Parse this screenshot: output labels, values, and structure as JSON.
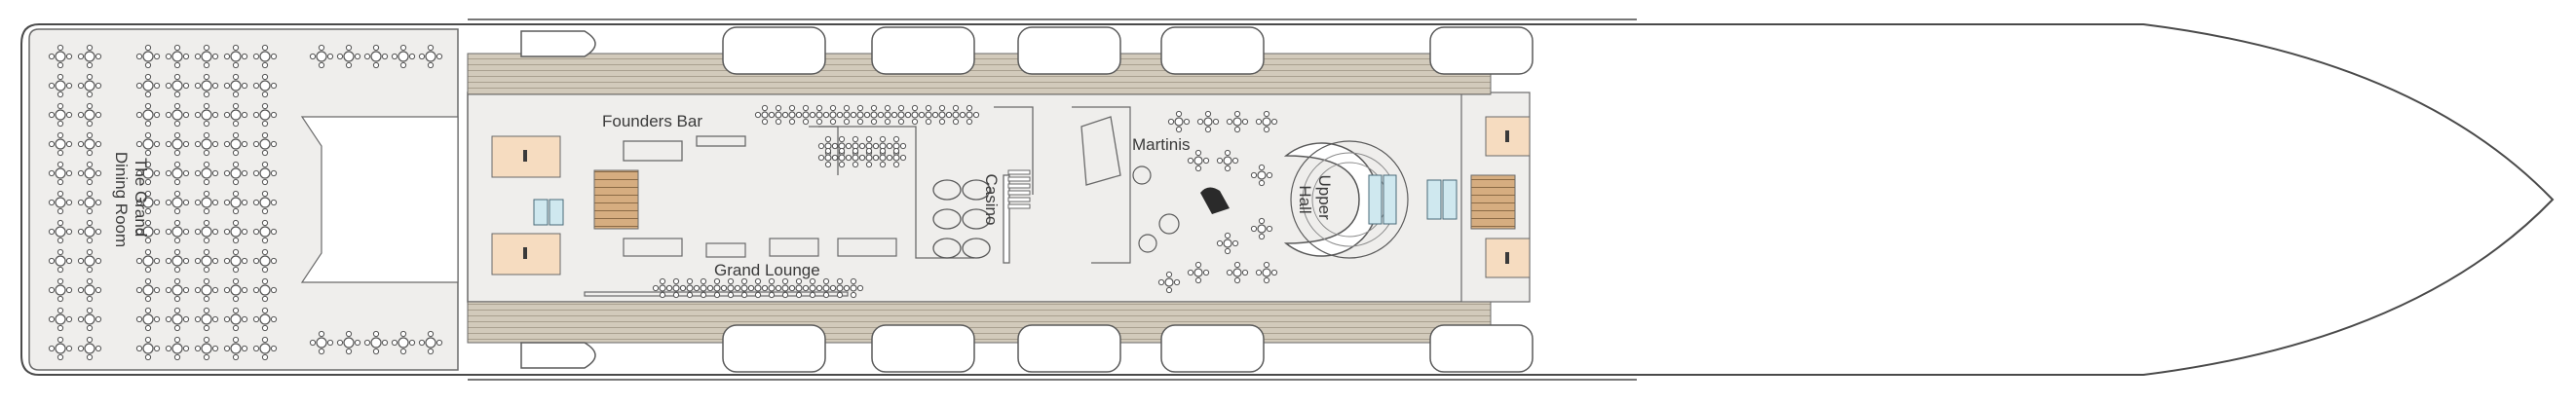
{
  "labels": {
    "grand_dining_room": [
      "The Grand",
      "Dining Room"
    ],
    "founders_bar": "Founders Bar",
    "casino": "Casino",
    "grand_lounge": "Grand Lounge",
    "martinis": "Martinis",
    "upper_hall": [
      "Upper",
      "Hall"
    ]
  },
  "colors": {
    "hull_outline": "#4a4a4a",
    "interior_fill": "#efeeec",
    "promenade_deck": "#c8c0b0",
    "stair_wood": "#cda37a",
    "lifeboat_fill": "#ffffff",
    "service_room_fill": "#f6dcc0",
    "elevator_fill": "#cfe8ef"
  },
  "icons": [
    "lifeboat-icon",
    "stairs-icon",
    "elevator-icon",
    "table-icon",
    "chair-icon",
    "piano-icon",
    "restroom-icon"
  ]
}
